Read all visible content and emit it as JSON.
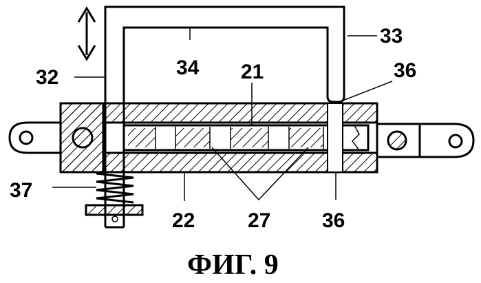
{
  "labels": {
    "l32": "32",
    "l33": "33",
    "l34": "34",
    "l21": "21",
    "l36_top": "36",
    "l36_bottom": "36",
    "l37": "37",
    "l22": "22",
    "l27": "27"
  },
  "caption": "ФИГ. 9",
  "icons": {
    "motion_arrow": "double-headed-vertical-arrow-icon"
  }
}
